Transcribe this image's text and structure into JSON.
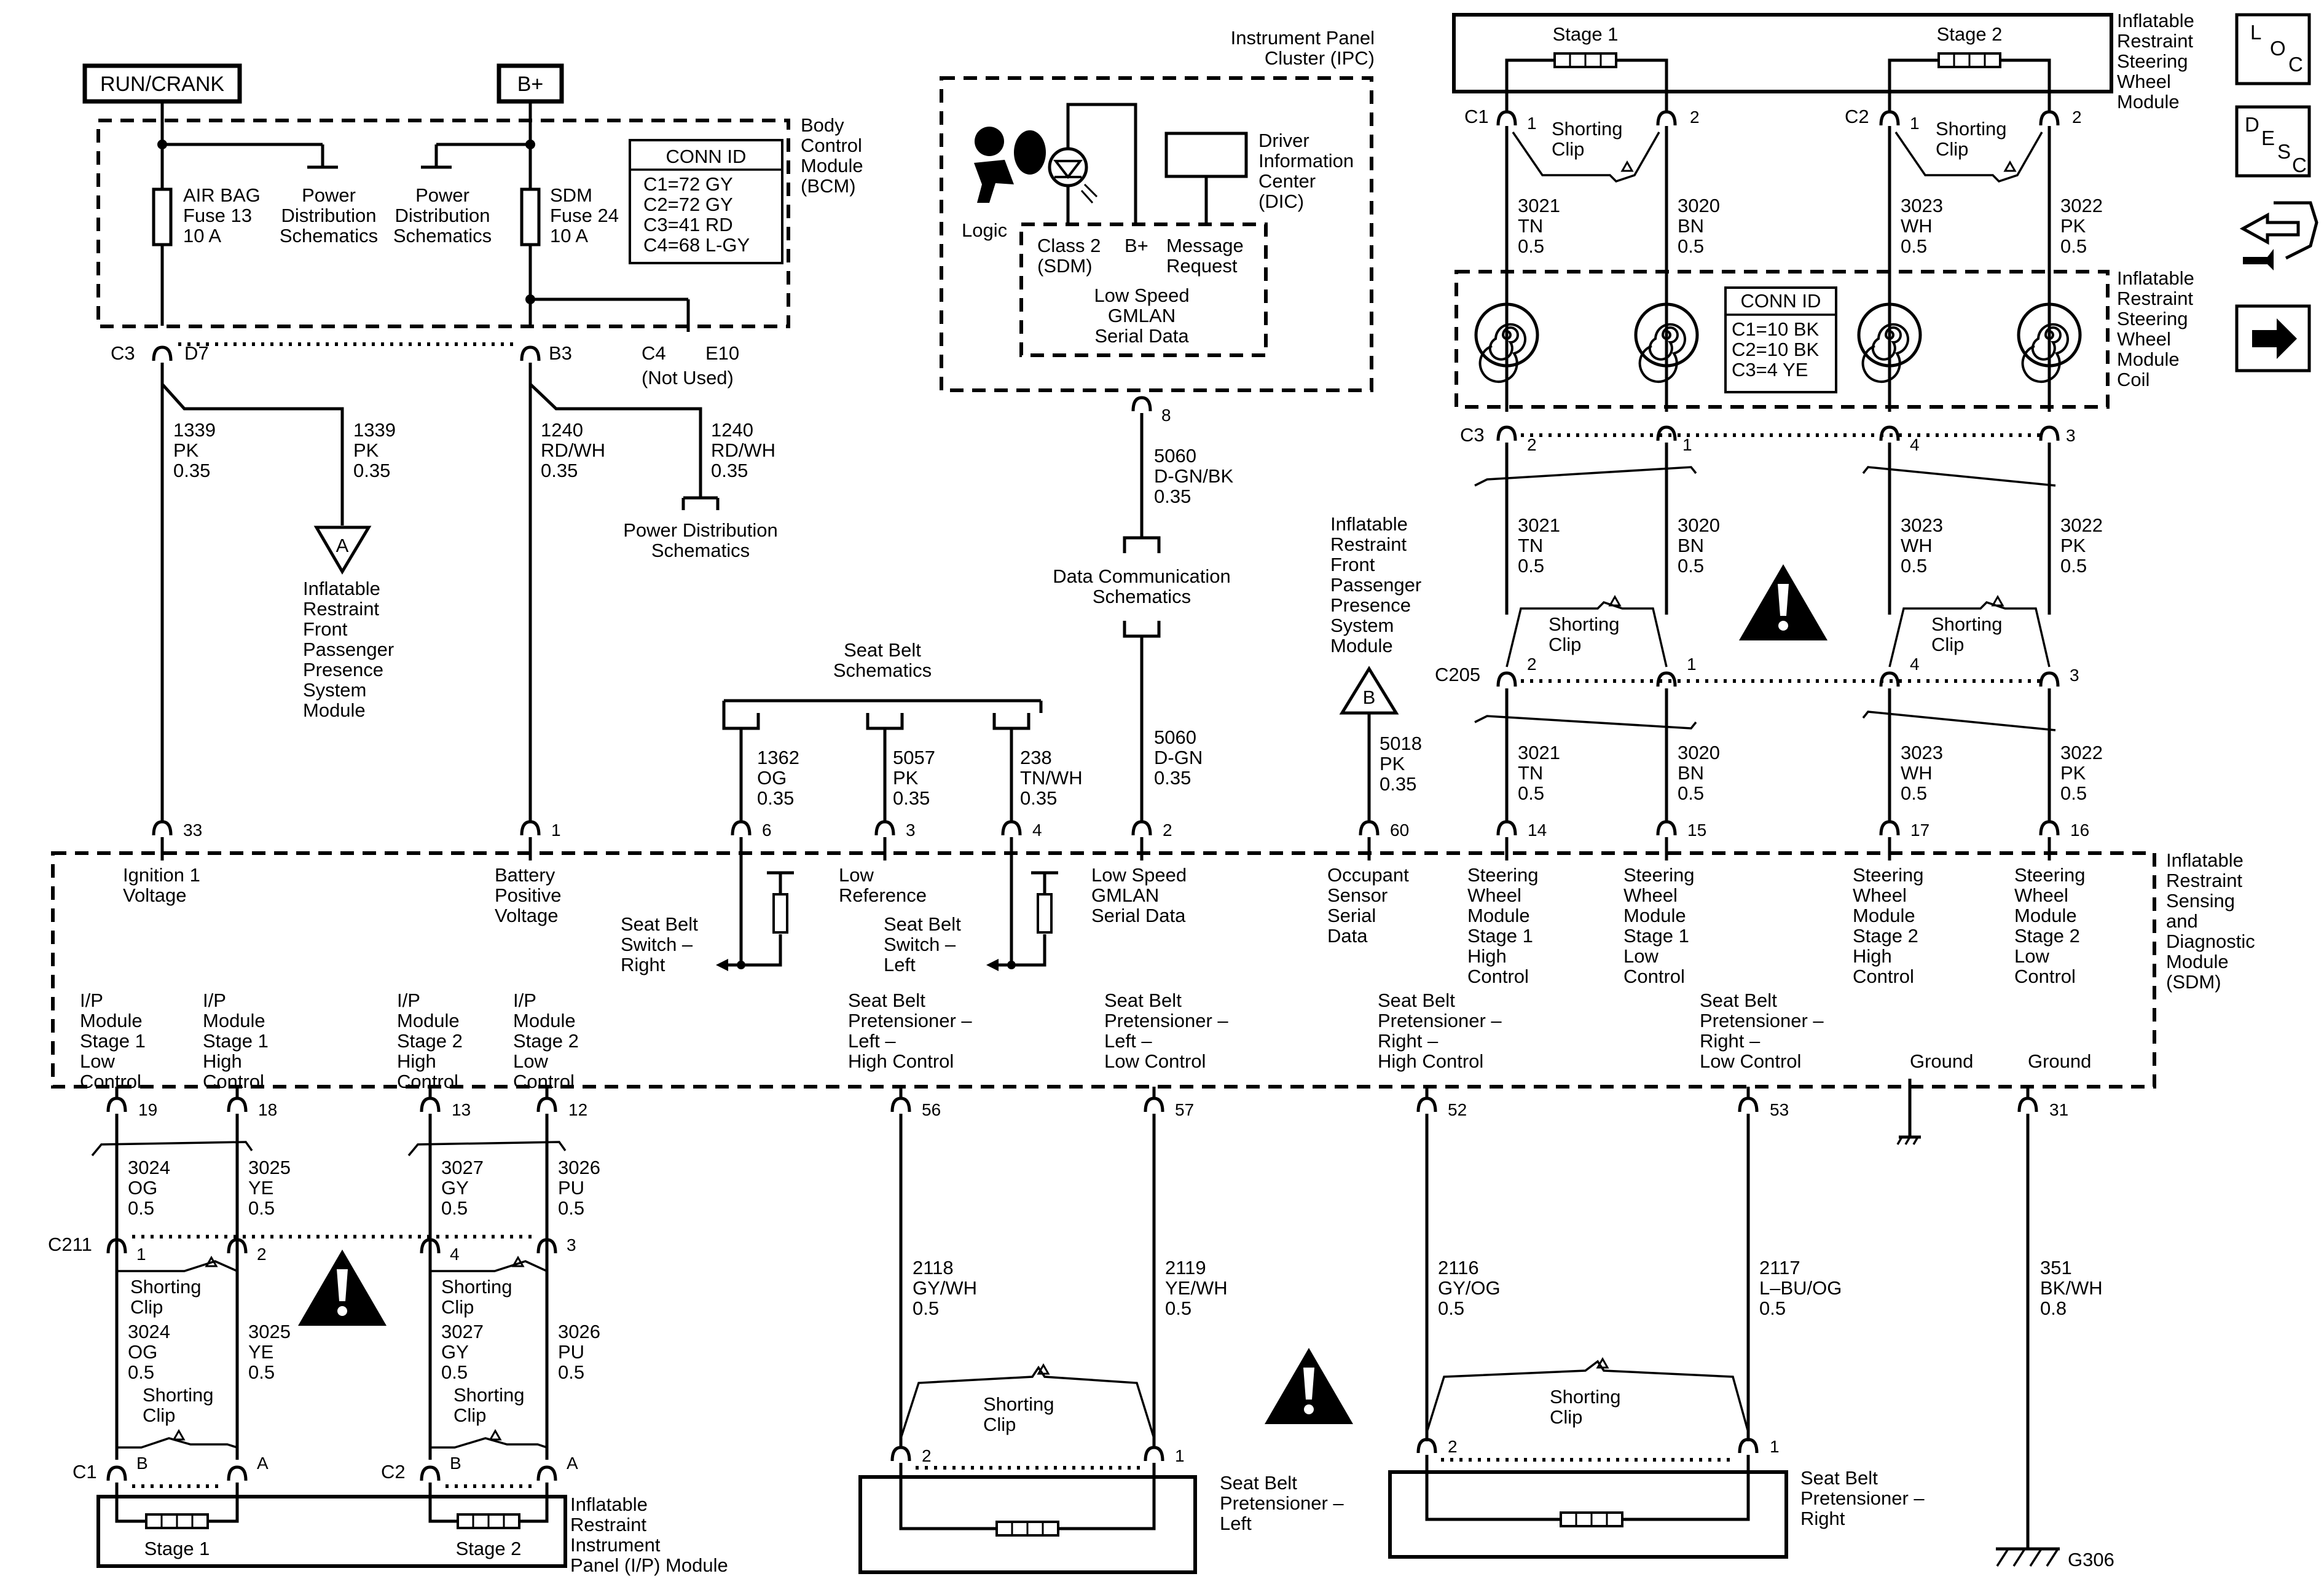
{
  "power": {
    "run_crank": "RUN/CRANK",
    "bplus": "B+"
  },
  "bcm": {
    "title": [
      "Body",
      "Control",
      "Module",
      "(BCM)"
    ],
    "fuse13": [
      "AIR BAG",
      "Fuse 13",
      "10 A"
    ],
    "fuse24": [
      "SDM",
      "Fuse 24",
      "10 A"
    ],
    "pds": [
      "Power",
      "Distribution",
      "Schematics"
    ],
    "conn_id": {
      "title": "CONN ID",
      "rows": [
        "C1=72 GY",
        "C2=72 GY",
        "C3=41 RD",
        "C4=68 L-GY"
      ]
    },
    "c3": "C3",
    "d7": "D7",
    "b3": "B3",
    "c4": "C4",
    "e10": "E10",
    "not_used": "(Not Used)"
  },
  "wires_top_left": {
    "w1339_left": [
      "1339",
      "PK",
      "0.35"
    ],
    "w1339_right": [
      "1339",
      "PK",
      "0.35"
    ],
    "w1240_left": [
      "1240",
      "RD/WH",
      "0.35"
    ],
    "w1240_right": [
      "1240",
      "RD/WH",
      "0.35"
    ],
    "off_a": "A",
    "ifppsm": [
      "Inflatable",
      "Restraint",
      "Front",
      "Passenger",
      "Presence",
      "System",
      "Module"
    ],
    "pds_bottom": [
      "Power Distribution",
      "Schematics"
    ]
  },
  "ipc": {
    "title": [
      "Instrument Panel",
      "Cluster (IPC)"
    ],
    "dic": [
      "Driver",
      "Information",
      "Center",
      "(DIC)"
    ],
    "logic": "Logic",
    "class2": [
      "Class 2",
      "(SDM)"
    ],
    "bplus": "B+",
    "msg": [
      "Message",
      "Request"
    ],
    "gmlan": [
      "Low Speed",
      "GMLAN",
      "Serial Data"
    ],
    "pin8": "8",
    "w5060a": [
      "5060",
      "D-GN/BK",
      "0.35"
    ],
    "dcs": [
      "Data Communication",
      "Schematics"
    ],
    "w5060b": [
      "5060",
      "D-GN",
      "0.35"
    ]
  },
  "seatbelt": {
    "title": [
      "Seat Belt",
      "Schematics"
    ],
    "w1362": [
      "1362",
      "OG",
      "0.35"
    ],
    "w5057": [
      "5057",
      "PK",
      "0.35"
    ],
    "w238": [
      "238",
      "TN/WH",
      "0.35"
    ]
  },
  "ofpps": {
    "title": [
      "Inflatable",
      "Restraint",
      "Front",
      "Passenger",
      "Presence",
      "System",
      "Module"
    ],
    "off_b": "B",
    "w5018": [
      "5018",
      "PK",
      "0.35"
    ]
  },
  "steering": {
    "module": [
      "Inflatable",
      "Restraint",
      "Steering",
      "Wheel",
      "Module"
    ],
    "coil": [
      "Inflatable",
      "Restraint",
      "Steering",
      "Wheel",
      "Module",
      "Coil"
    ],
    "stage1": "Stage 1",
    "stage2": "Stage 2",
    "shorting_clip": [
      "Shorting",
      "Clip"
    ],
    "conn_id": {
      "title": "CONN ID",
      "rows": [
        "C1=10 BK",
        "C2=10 BK",
        "C3=4 YE"
      ]
    },
    "c1": "C1",
    "c2": "C2",
    "c3": "C3",
    "c205": "C205",
    "w3021": [
      "3021",
      "TN",
      "0.5"
    ],
    "w3020": [
      "3020",
      "BN",
      "0.5"
    ],
    "w3023": [
      "3023",
      "WH",
      "0.5"
    ],
    "w3022": [
      "3022",
      "PK",
      "0.5"
    ],
    "pins_top": [
      "1",
      "2",
      "1",
      "2"
    ],
    "pins_c3": [
      "2",
      "1",
      "4",
      "3"
    ],
    "pins_c205": [
      "2",
      "1",
      "4",
      "3"
    ]
  },
  "sdm": {
    "title": [
      "Inflatable",
      "Restraint",
      "Sensing",
      "and",
      "Diagnostic",
      "Module",
      "(SDM)"
    ],
    "top_pins": [
      "33",
      "1",
      "6",
      "3",
      "4",
      "2",
      "60",
      "14",
      "15",
      "17",
      "16"
    ],
    "ign": [
      "Ignition 1",
      "Voltage"
    ],
    "bat": [
      "Battery",
      "Positive",
      "Voltage"
    ],
    "sbs_right": [
      "Seat Belt",
      "Switch –",
      "Right"
    ],
    "low_ref": [
      "Low",
      "Reference"
    ],
    "sbs_left": [
      "Seat Belt",
      "Switch –",
      "Left"
    ],
    "gmlan": [
      "Low Speed",
      "GMLAN",
      "Serial Data"
    ],
    "occ": [
      "Occupant",
      "Sensor",
      "Serial",
      "Data"
    ],
    "sw1h": [
      "Steering",
      "Wheel",
      "Module",
      "Stage 1",
      "High",
      "Control"
    ],
    "sw1l": [
      "Steering",
      "Wheel",
      "Module",
      "Stage 1",
      "Low",
      "Control"
    ],
    "sw2h": [
      "Steering",
      "Wheel",
      "Module",
      "Stage 2",
      "High",
      "Control"
    ],
    "sw2l": [
      "Steering",
      "Wheel",
      "Module",
      "Stage 2",
      "Low",
      "Control"
    ],
    "ip1l": [
      "I/P",
      "Module",
      "Stage 1",
      "Low",
      "Control"
    ],
    "ip1h": [
      "I/P",
      "Module",
      "Stage 1",
      "High",
      "Control"
    ],
    "ip2h": [
      "I/P",
      "Module",
      "Stage 2",
      "High",
      "Control"
    ],
    "ip2l": [
      "I/P",
      "Module",
      "Stage 2",
      "Low",
      "Control"
    ],
    "pl_hi": [
      "Seat Belt",
      "Pretensioner –",
      "Left –",
      "High Control"
    ],
    "pl_lo": [
      "Seat Belt",
      "Pretensioner –",
      "Left –",
      "Low Control"
    ],
    "pr_hi": [
      "Seat Belt",
      "Pretensioner –",
      "Right –",
      "High Control"
    ],
    "pr_lo": [
      "Seat Belt",
      "Pretensioner –",
      "Right –",
      "Low Control"
    ],
    "ground": "Ground",
    "bot_pins": [
      "19",
      "18",
      "13",
      "12",
      "56",
      "57",
      "52",
      "53",
      "31"
    ]
  },
  "ip_module": {
    "title": [
      "Inflatable",
      "Restraint",
      "Instrument",
      "Panel (I/P) Module"
    ],
    "w3024": [
      "3024",
      "OG",
      "0.5"
    ],
    "w3025": [
      "3025",
      "YE",
      "0.5"
    ],
    "w3027": [
      "3027",
      "GY",
      "0.5"
    ],
    "w3026": [
      "3026",
      "PU",
      "0.5"
    ],
    "c211": "C211",
    "c1": "C1",
    "c2": "C2",
    "pins_c211": [
      "1",
      "2",
      "4",
      "3"
    ],
    "pin_b": "B",
    "pin_a": "A",
    "shorting_clip": [
      "Shorting",
      "Clip"
    ],
    "stage1": "Stage 1",
    "stage2": "Stage 2"
  },
  "pretensioners": {
    "left_title": [
      "Seat Belt",
      "Pretensioner –",
      "Left"
    ],
    "right_title": [
      "Seat Belt",
      "Pretensioner –",
      "Right"
    ],
    "w2118": [
      "2118",
      "GY/WH",
      "0.5"
    ],
    "w2119": [
      "2119",
      "YE/WH",
      "0.5"
    ],
    "w2116": [
      "2116",
      "GY/OG",
      "0.5"
    ],
    "w2117": [
      "2117",
      "L–BU/OG",
      "0.5"
    ],
    "shorting_clip": [
      "Shorting",
      "Clip"
    ],
    "pin2": "2",
    "pin1": "1"
  },
  "ground": {
    "w351": [
      "351",
      "BK/WH",
      "0.8"
    ],
    "g306": "G306"
  },
  "nav": {
    "loc": [
      "L",
      "O",
      "C"
    ],
    "desc": [
      "D",
      "E",
      "S",
      "C"
    ]
  },
  "icons": [
    "airbag-occupant-icon",
    "led-indicator-icon",
    "warning-triangle-icon",
    "loc-button-icon",
    "desc-button-icon",
    "connector-end-view-icon",
    "next-arrow-icon"
  ]
}
